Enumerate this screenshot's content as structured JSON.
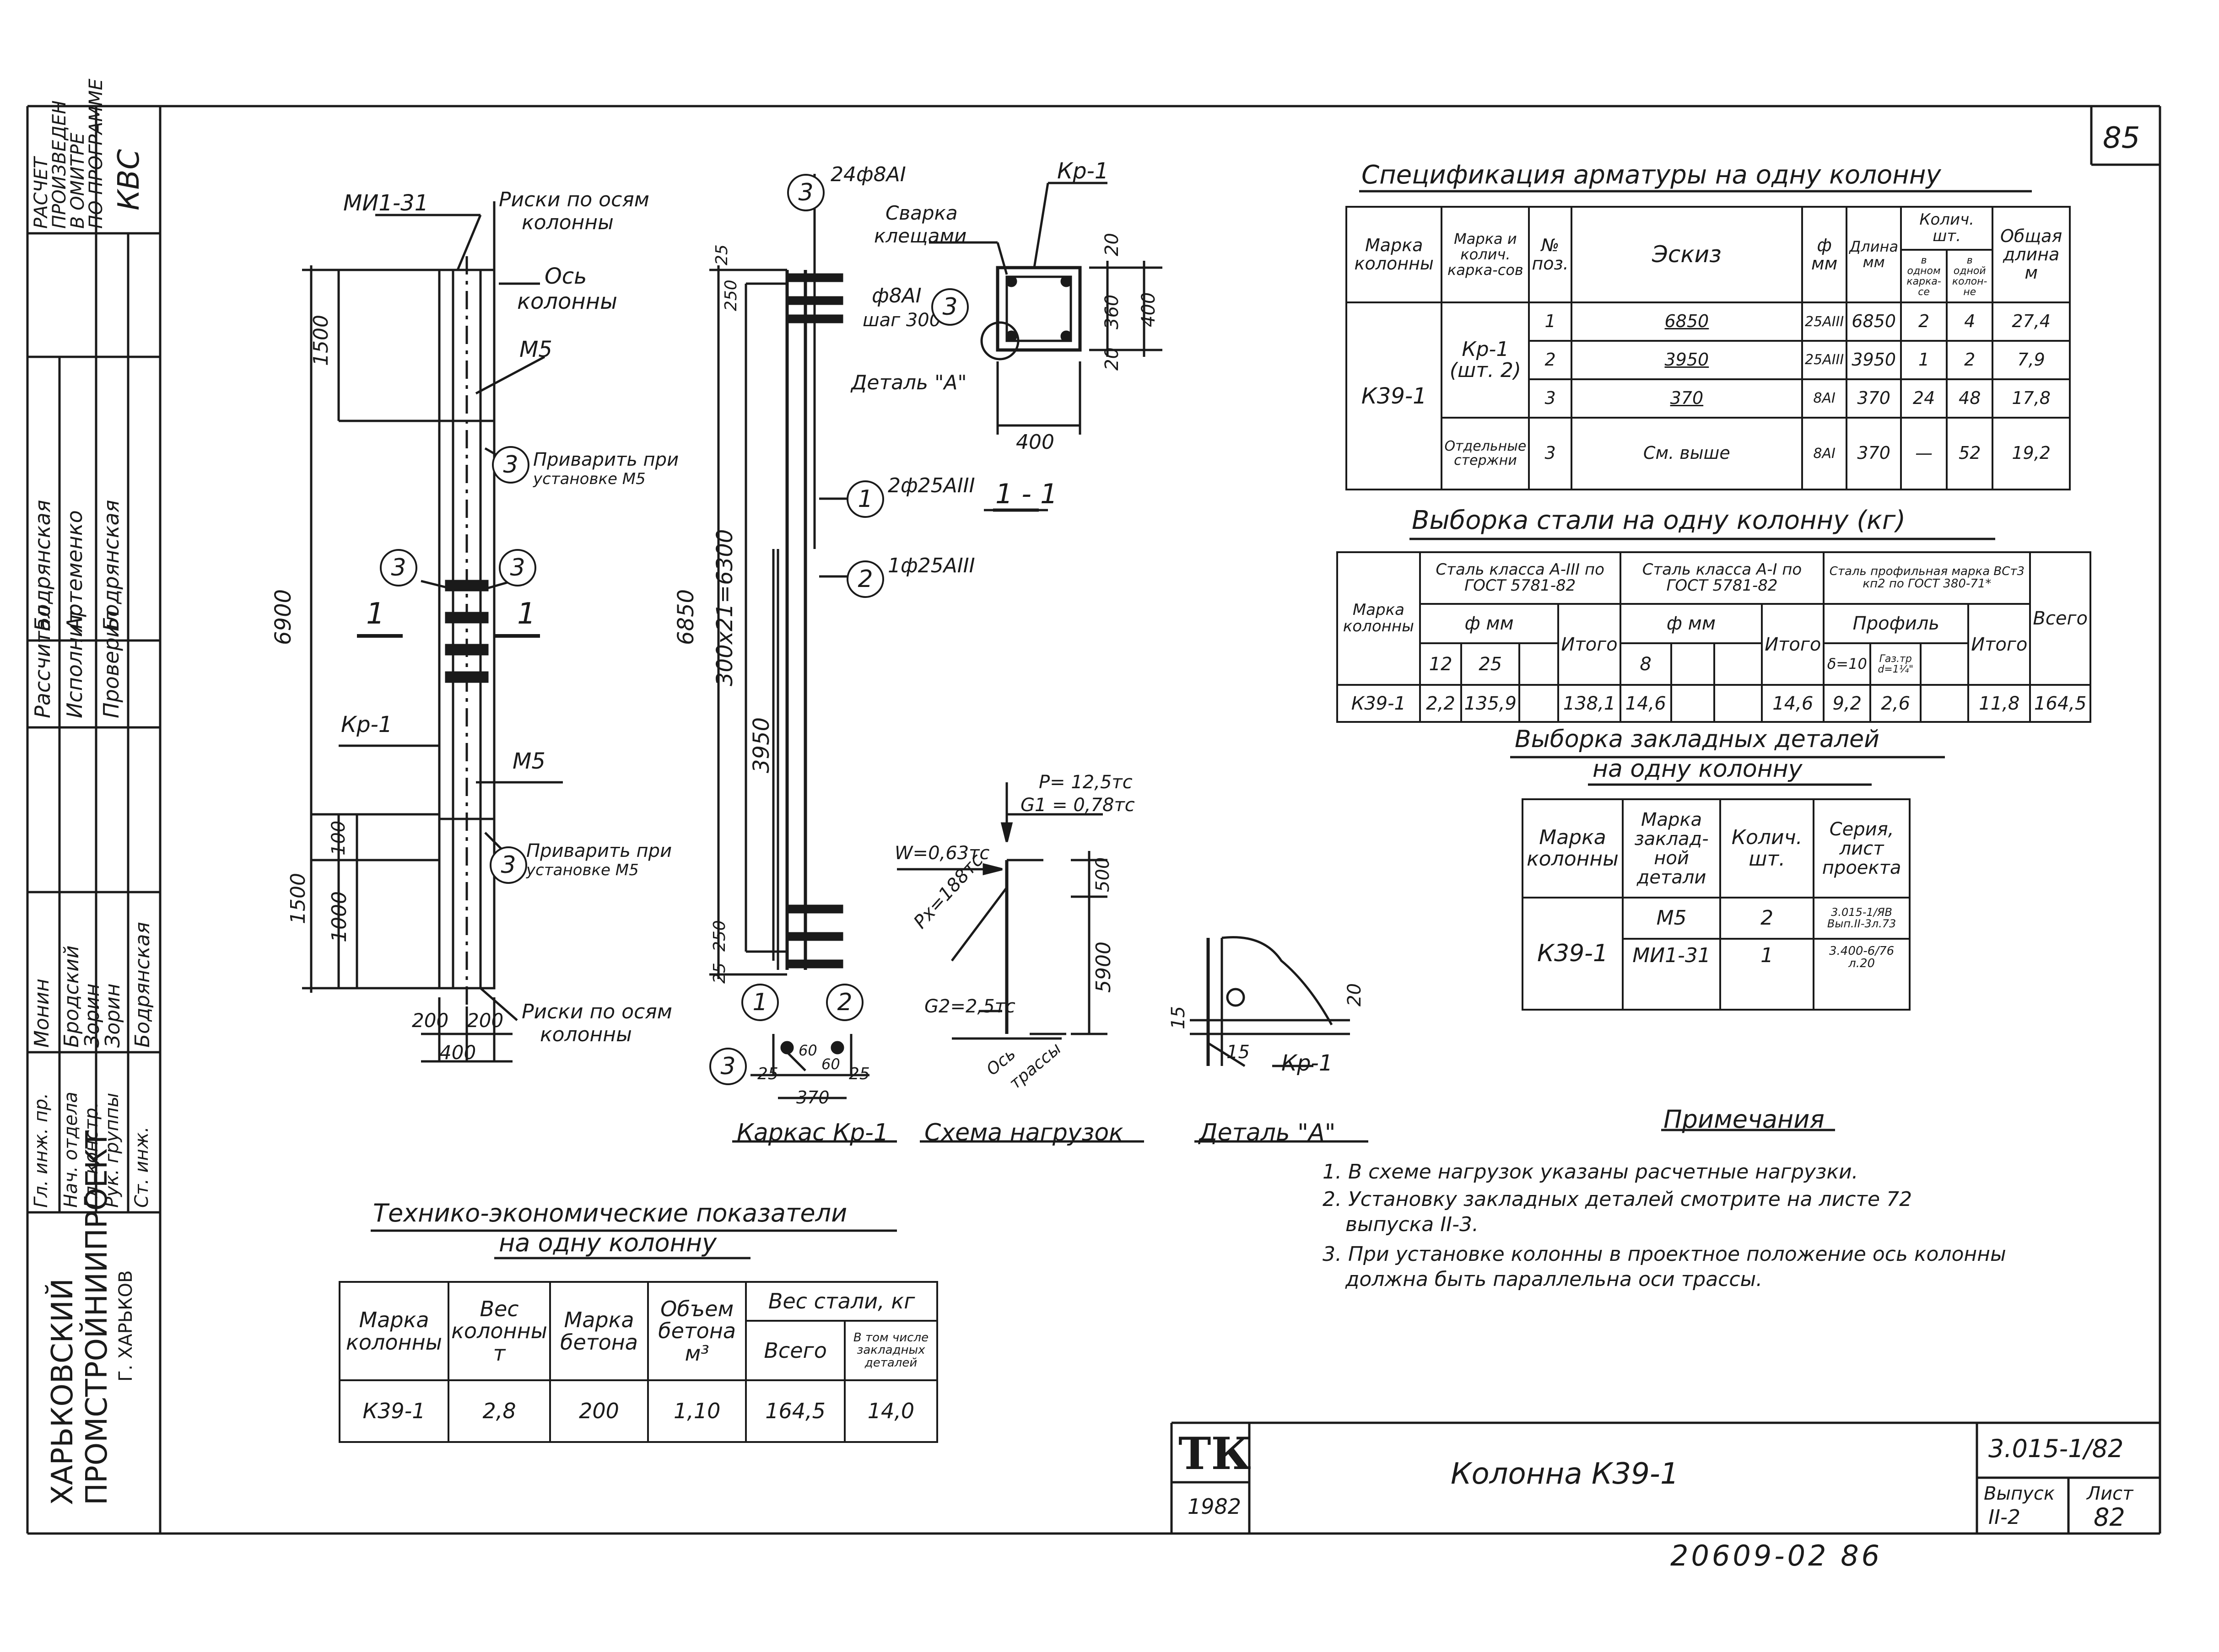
{
  "sheet_number_top": "85",
  "side_stamp": {
    "calc_note": [
      "РАСЧЕТ",
      "ПРОИЗВЕДЕН",
      "В ОМИТРЕ",
      "ПО ПРОГРАММЕ",
      "КВС"
    ],
    "org": [
      "ХАРЬКОВСКИЙ",
      "ПРОМСТРОЙНИИПРОЕКТ",
      "Г. ХАРЬКОВ"
    ],
    "roles": [
      "Гл. инж. пр.",
      "Нач. отдела",
      "Гл. констр.",
      "Рук. группы",
      "Ст. инж."
    ],
    "role_names": [
      "Монин",
      "Бродский",
      "Зорин",
      "Зорин",
      "Бодрянская"
    ],
    "roles2": [
      "Рассчитал",
      "Исполнит.",
      "Проверил"
    ],
    "roles2_names": [
      "Бодрянская",
      "Артеменко",
      "Бодрянская"
    ]
  },
  "column_view": {
    "mi": "МИ1-31",
    "risk_top": [
      "Риски по осям",
      "колонны"
    ],
    "axis": [
      "Ось",
      "колонны"
    ],
    "m5_top": "М5",
    "weld_top": [
      "Приварить при",
      "установке М5"
    ],
    "kr": "Кр-1",
    "m5_bottom": "М5",
    "weld_bottom": [
      "Приварить при",
      "установке М5"
    ],
    "risk_bottom": [
      "Риски по осям",
      "колонны"
    ],
    "dims": [
      "6900",
      "1500",
      "1500",
      "1000",
      "100",
      "200",
      "200",
      "400"
    ],
    "section_mark": "1",
    "callout": "3"
  },
  "cage": {
    "top_label": "24ф8АI",
    "bar1": "2ф25АIII",
    "bar2": "1ф25АIII",
    "dims": [
      "6850",
      "300х21=6300",
      "3950",
      "250",
      "25",
      "250",
      "25",
      "25",
      "60",
      "60",
      "25",
      "370"
    ],
    "caption": "Каркас Кр-1"
  },
  "section": {
    "kr": "Кр-1",
    "weld": [
      "Сварка",
      "клещами"
    ],
    "stirrup": [
      "ф8АI",
      "шаг 300"
    ],
    "detail": "Деталь \"А\"",
    "dims": [
      "20",
      "360",
      "400",
      "20",
      "400"
    ],
    "caption": "1 - 1"
  },
  "loads": {
    "p": "P= 12,5тс",
    "g1": "G1 = 0,78тс",
    "w": "W=0,63тс",
    "px": "Px=188тс",
    "g2": "G2=2,5тс",
    "axis": [
      "Ось",
      "трассы"
    ],
    "dims": [
      "500",
      "5900"
    ],
    "caption": "Схема нагрузок"
  },
  "detail_a": {
    "dims": [
      "15",
      "15",
      "20"
    ],
    "kr": "Кр-1",
    "caption": "Деталь \"А\""
  },
  "spec": {
    "title": "Спецификация арматуры на одну колонну",
    "head": [
      "Марка колонны",
      "Марка и колич. карка-сов",
      "№ поз.",
      "Эскиз",
      "ф мм",
      "Длина мм",
      "Колич. шт.",
      "в одном карка-се",
      "в одной колон-не",
      "Общая длина м"
    ],
    "mark": "К39-1",
    "kr": [
      "Кр-1",
      "(шт. 2)"
    ],
    "rows": [
      {
        "pos": "1",
        "sketch": "6850",
        "d": "25АIII",
        "len": "6850",
        "n1": "2",
        "n2": "4",
        "total": "27,4"
      },
      {
        "pos": "2",
        "sketch": "3950",
        "d": "25АIII",
        "len": "3950",
        "n1": "1",
        "n2": "2",
        "total": "7,9"
      },
      {
        "pos": "3",
        "sketch": "370",
        "d": "8АI",
        "len": "370",
        "n1": "24",
        "n2": "48",
        "total": "17,8"
      },
      {
        "pos": "3",
        "sketch": "См. выше",
        "d": "8АI",
        "len": "370",
        "n1": "—",
        "n2": "52",
        "total": "19,2"
      }
    ],
    "separate": [
      "Отдельные",
      "стержни"
    ]
  },
  "steel": {
    "title": "Выборка стали на одну колонну (кг)",
    "h1": [
      "Марка колонны",
      "Сталь класса А-III по ГОСТ 5781-82",
      "Сталь класса А-I по ГОСТ 5781-82",
      "Сталь профильная марка ВСт3 кп2 по ГОСТ 380-71*"
    ],
    "h2": [
      "ф мм",
      "ф мм",
      "Профиль"
    ],
    "h3": [
      "12",
      "25",
      "Итого",
      "8",
      "",
      "",
      "Итого",
      "δ=10",
      "Газ.тр d=1¼\"",
      "",
      "Итого",
      "Всего"
    ],
    "row": [
      "К39-1",
      "2,2",
      "135,9",
      "",
      "138,1",
      "14,6",
      "",
      "",
      "14,6",
      "9,2",
      "2,6",
      "",
      "11,8",
      "164,5"
    ]
  },
  "embedded": {
    "title": [
      "Выборка закладных деталей",
      "на одну колонну"
    ],
    "head": [
      "Марка колонны",
      "Марка заклад-ной детали",
      "Колич. шт.",
      "Серия, лист проекта"
    ],
    "mark": "К39-1",
    "rows": [
      {
        "m": "М5",
        "n": "2",
        "s": "3.015-1/ЯВ Вып.II-3л.73"
      },
      {
        "m": "МИ1-31",
        "n": "1",
        "s": "3.400-6/76 л.20"
      }
    ]
  },
  "notes": {
    "title": "Примечания",
    "items": [
      "1. В схеме нагрузок указаны расчетные нагрузки.",
      "2. Установку закладных деталей смотрите на листе 72",
      "выпуска II-3.",
      "3. При установке колонны в проектное положение ось колонны",
      "должна быть параллельна оси трассы."
    ]
  },
  "tech": {
    "title": [
      "Технико-экономические показатели",
      "на одну колонну"
    ],
    "head": [
      "Марка колонны",
      "Вес колонны т",
      "Марка бетона",
      "Объем бетона м³",
      "Вес стали, кг",
      "Всего",
      "В том числе закладных деталей"
    ],
    "row": [
      "К39-1",
      "2,8",
      "200",
      "1,10",
      "164,5",
      "14,0"
    ]
  },
  "title_block": {
    "logo": "ТК",
    "year": "1982",
    "name": "Колонна К39-1",
    "code": "3.015-1/82",
    "issue_label": "Выпуск",
    "issue": "II-2",
    "sheet_label": "Лист",
    "sheet": "82"
  },
  "footer_code": "20609-02 86"
}
